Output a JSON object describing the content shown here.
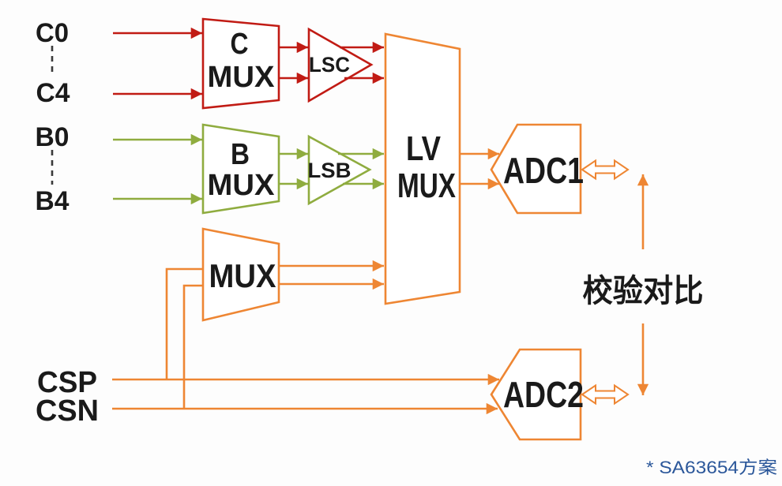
{
  "colors": {
    "red": "#c11b14",
    "green": "#8fac3f",
    "orange": "#ee8633",
    "blue": "#2b579a",
    "black": "#1a1a1a",
    "background": "#fdfdfd"
  },
  "inputs": {
    "c_top": "C0",
    "c_bottom": "C4",
    "b_top": "B0",
    "b_bottom": "B4",
    "cs_p": "CSP",
    "cs_n": "CSN"
  },
  "blocks": {
    "c_mux": {
      "line1": "C",
      "line2": "MUX"
    },
    "b_mux": {
      "line1": "B",
      "line2": "MUX"
    },
    "lsc": "LSC",
    "lsb": "LSB",
    "mid_mux": "MUX",
    "lv_mux": {
      "line1": "LV",
      "line2": "MUX"
    },
    "adc1": "ADC1",
    "adc2": "ADC2"
  },
  "annotations": {
    "compare_label": "校验对比",
    "footnote": "* SA63654方案"
  }
}
